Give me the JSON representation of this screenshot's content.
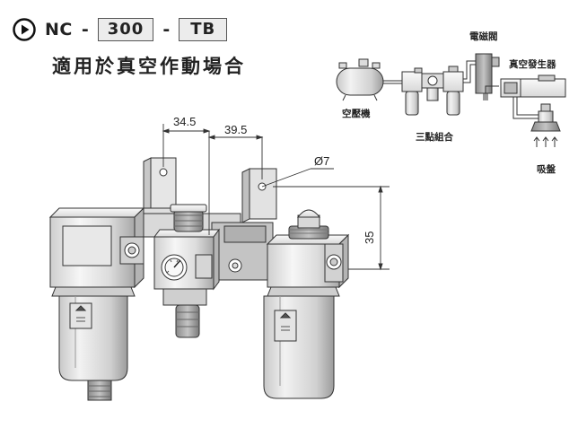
{
  "header": {
    "model_prefix": "NC",
    "separator": "-",
    "size_code": "300",
    "option_code": "TB",
    "subtitle": "適用於真空作動場合"
  },
  "system_diagram": {
    "labels": {
      "solenoid_valve": "電磁閥",
      "vacuum_generator": "真空發生器",
      "air_compressor": "空壓機",
      "frl_unit": "三點組合",
      "suction_cup": "吸盤"
    }
  },
  "dimensions": {
    "dim1": "34.5",
    "dim2": "39.5",
    "dim3": "Ø7",
    "dim4": "35"
  },
  "colors": {
    "line": "#333333",
    "body_light": "#f2f2f2",
    "body_mid": "#d4d4d4",
    "body_dark": "#9a9a9a",
    "code_box_bg": "#ececec"
  }
}
